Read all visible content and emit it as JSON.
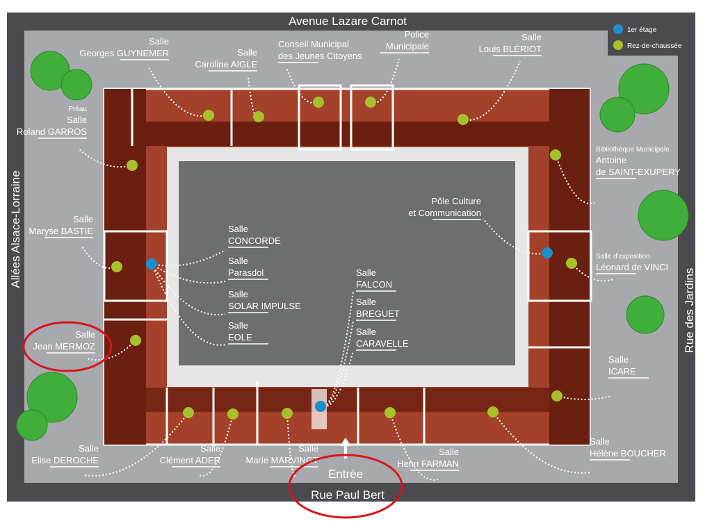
{
  "streets": {
    "north": "Avenue Lazare Carnot",
    "west": "Allées Alsace-Lorraine",
    "east": "Rue des Jardins",
    "south": "Rue Paul Bert"
  },
  "entrance": "Entrée",
  "legend": [
    {
      "label": "1er étage",
      "color": "#1a8fc9"
    },
    {
      "label": "Rez-de-chaussée",
      "color": "#a7c12a"
    }
  ],
  "labels": {
    "guynemer": [
      "Salle",
      "Georges GUYNEMER"
    ],
    "aigle": [
      "Salle",
      "Caroline AIGLE"
    ],
    "cmjc": [
      "Conseil Municipal",
      "des Jeunes Citoyens"
    ],
    "police": [
      "Police",
      "Municipale"
    ],
    "bleriot": [
      "Salle",
      "Louis BLÉRIOT"
    ],
    "garros": [
      "Préau",
      "Salle",
      "Roland GARROS"
    ],
    "bibliotheque": [
      "Bibliothèque Municipale",
      "Antoine",
      "de SAINT-EXUPERY"
    ],
    "pole": [
      "Pôle Culture",
      "et Communication"
    ],
    "bastie": [
      "Salle",
      "Maryse BASTIE"
    ],
    "vinci": [
      "Salle d'exposition",
      "Léonard de VINCI"
    ],
    "concorde": [
      "Salle",
      "CONCORDE"
    ],
    "parasdol": [
      "Salle",
      "Parasdol"
    ],
    "solar": [
      "Salle",
      "SOLAR IMPULSE"
    ],
    "eole": [
      "Salle",
      "EOLE"
    ],
    "falcon": [
      "Salle",
      "FALCON"
    ],
    "breguet": [
      "Salle",
      "BREGUET"
    ],
    "caravelle": [
      "Salle",
      "CARAVELLE"
    ],
    "mermoz": [
      "Salle",
      "Jean MERMOZ"
    ],
    "icare": [
      "Salle",
      "ICARE"
    ],
    "deroche": [
      "Salle",
      "Elise DEROCHE"
    ],
    "ader": [
      "Salle",
      "Clément ADER"
    ],
    "marvingt": [
      "Salle",
      "Marie MARVINGT"
    ],
    "farman": [
      "Salle",
      "Henri FARMAN"
    ],
    "boucher": [
      "Salle",
      "Hélène BOUCHER"
    ]
  },
  "colors": {
    "frame": "#4b4b4f",
    "ground": "#a8a9ad",
    "roof": "#a3412a",
    "roof_dark": "#6b1f10",
    "courtyard": "#6d6e72",
    "highlight": "#d8131b"
  }
}
